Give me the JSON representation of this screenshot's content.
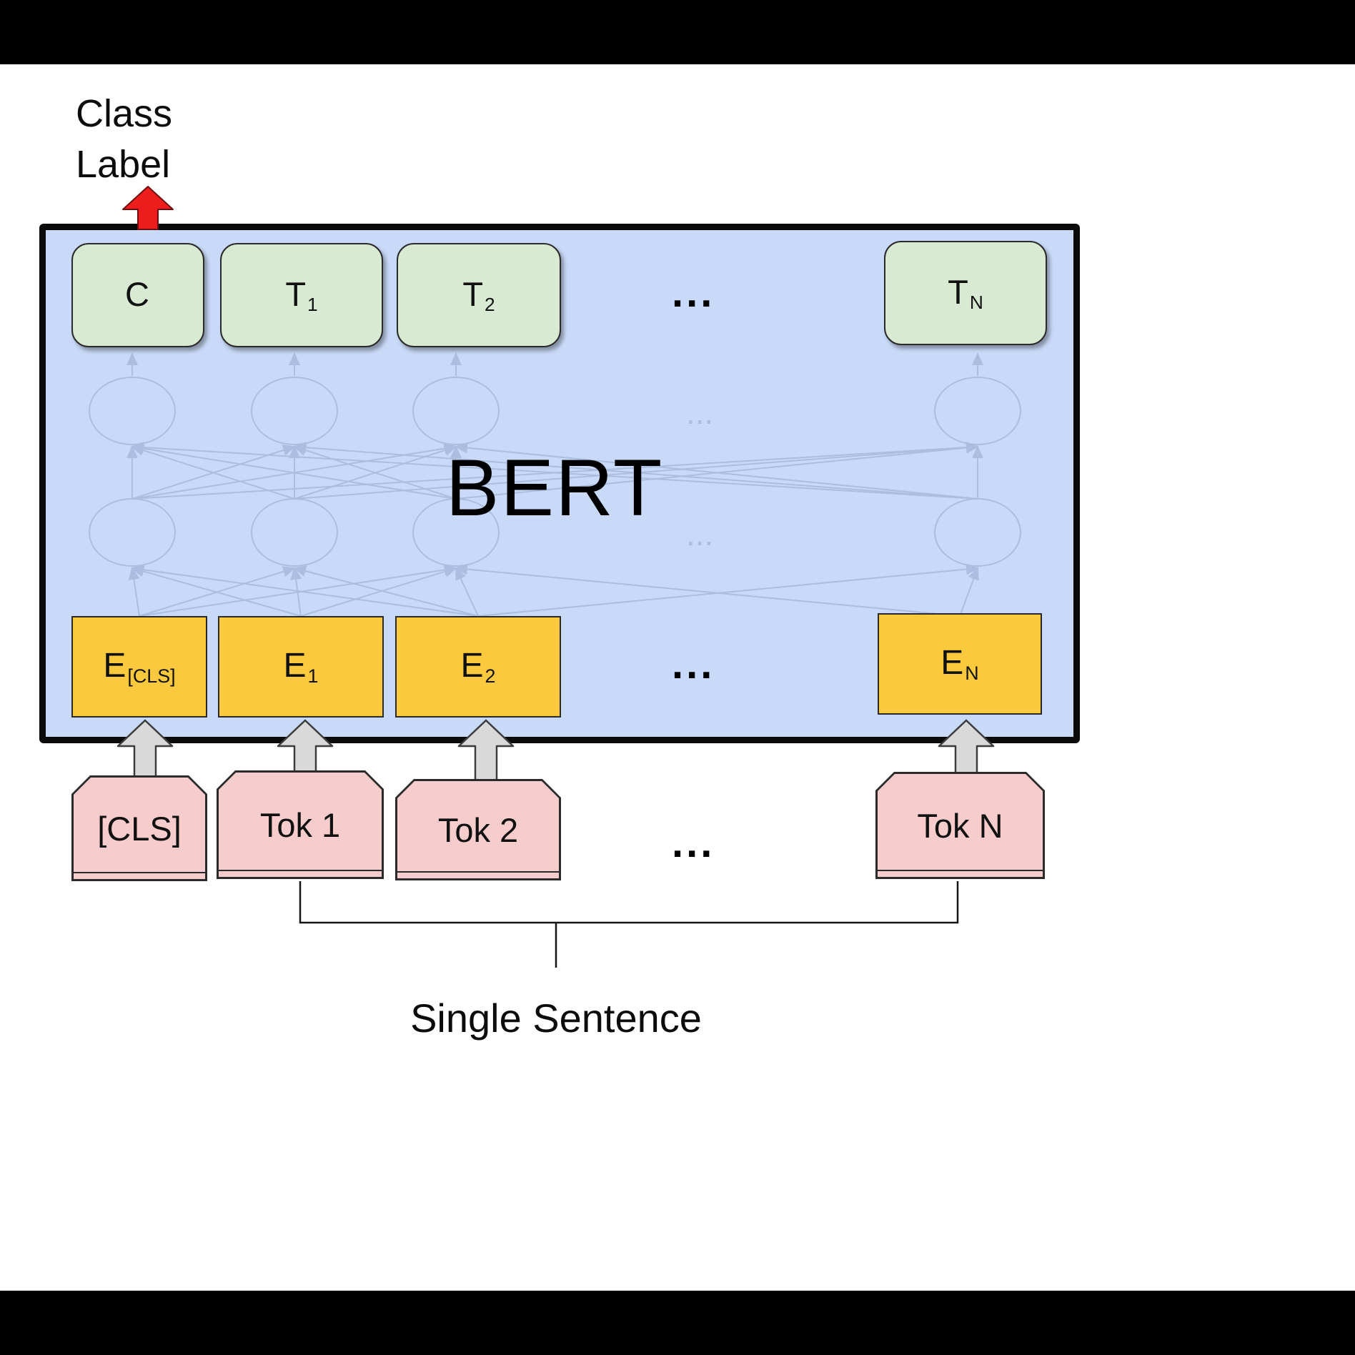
{
  "diagram": {
    "class_label_line1": "Class",
    "class_label_line2": "Label",
    "bert_label": "BERT",
    "ellipsis": "...",
    "single_sentence_label": "Single Sentence",
    "output_tokens": [
      {
        "main": "C",
        "sub": ""
      },
      {
        "main": "T",
        "sub": "1"
      },
      {
        "main": "T",
        "sub": "2"
      },
      {
        "main": "T",
        "sub": "N"
      }
    ],
    "embedding_tokens": [
      {
        "main": "E",
        "sub": "[CLS]"
      },
      {
        "main": "E",
        "sub": "1"
      },
      {
        "main": "E",
        "sub": "2"
      },
      {
        "main": "E",
        "sub": "N"
      }
    ],
    "input_tokens": [
      "[CLS]",
      "Tok 1",
      "Tok 2",
      "Tok N"
    ],
    "colors": {
      "panel_blue": "#c9daf8",
      "output_green": "#d9ead3",
      "embedding_yellow": "#fbc93d",
      "token_pink": "#f6cccc",
      "arrow_red": "#ee1d1d",
      "arrow_gray": "#d9d9d9"
    }
  }
}
